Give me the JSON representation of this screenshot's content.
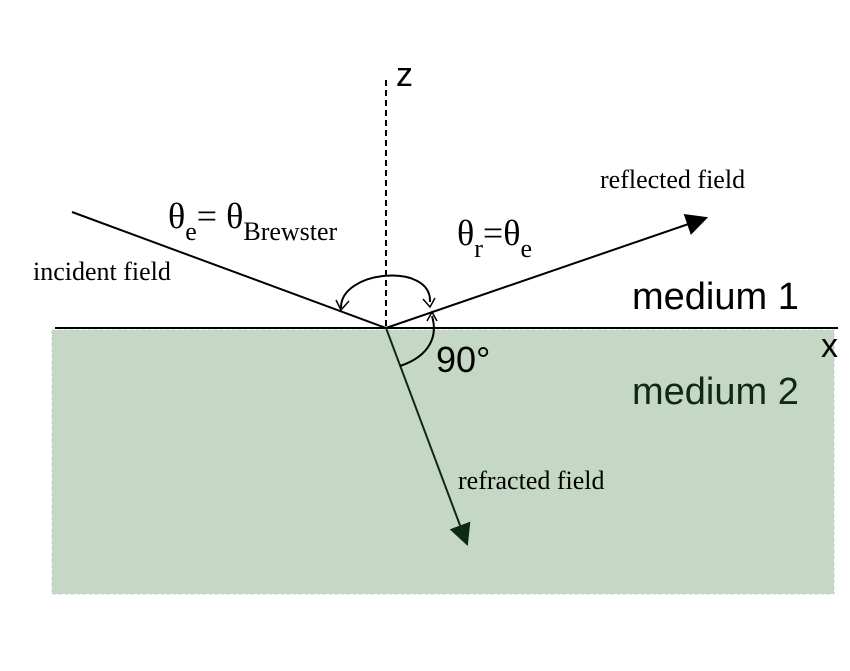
{
  "labels": {
    "z_axis": "z",
    "x_axis": "x",
    "medium_1": "medium 1",
    "medium_2": "medium 2",
    "incident": "incident field",
    "reflected": "reflected field",
    "refracted": "refracted field",
    "right_angle": "90°"
  },
  "equations": {
    "incident_angle": {
      "theta": "θ",
      "sub_e": "e",
      "eq": "= ",
      "theta2": "θ",
      "sub_brewster": "Brewster"
    },
    "reflected_angle": {
      "theta": "θ",
      "sub_r": "r",
      "eq": "=",
      "theta2": "θ",
      "sub_e": "e"
    }
  },
  "colors": {
    "medium_2_fill": "#c5d8c5",
    "medium_2_text": "#0f2a14",
    "line": "#000000",
    "background": "#ffffff"
  }
}
